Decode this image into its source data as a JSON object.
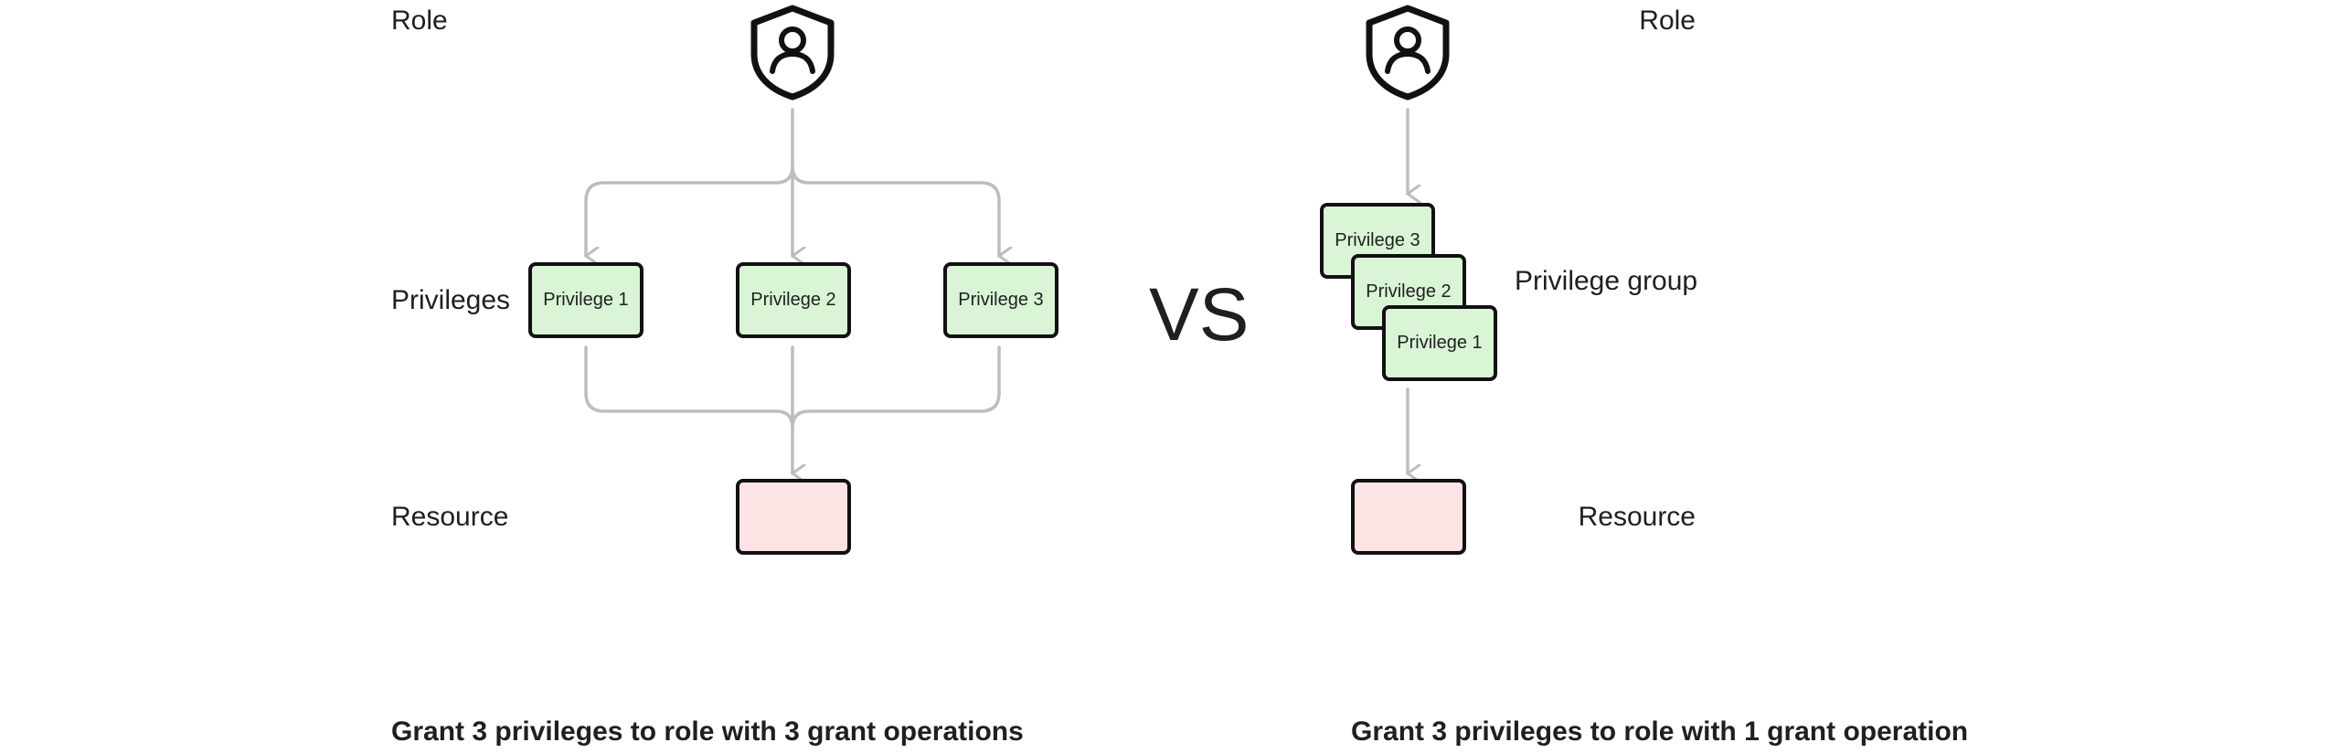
{
  "left": {
    "role_label": "Role",
    "privileges_label": "Privileges",
    "resource_label": "Resource",
    "privileges": [
      "Privilege 1",
      "Privilege 2",
      "Privilege 3"
    ],
    "caption": "Grant 3 privileges to role with 3 grant operations"
  },
  "vs": "VS",
  "right": {
    "role_label": "Role",
    "privilege_group_label": "Privilege group",
    "resource_label": "Resource",
    "privileges": [
      "Privilege 3",
      "Privilege 2",
      "Privilege 1"
    ],
    "caption": "Grant 3 privileges to role with 1 grant operation"
  },
  "colors": {
    "privilege_fill": "#d9f5d6",
    "resource_fill": "#fde3e4",
    "connector": "#bdbdbd",
    "outline": "#111111"
  },
  "icons": {
    "role": "shield-user-icon"
  }
}
